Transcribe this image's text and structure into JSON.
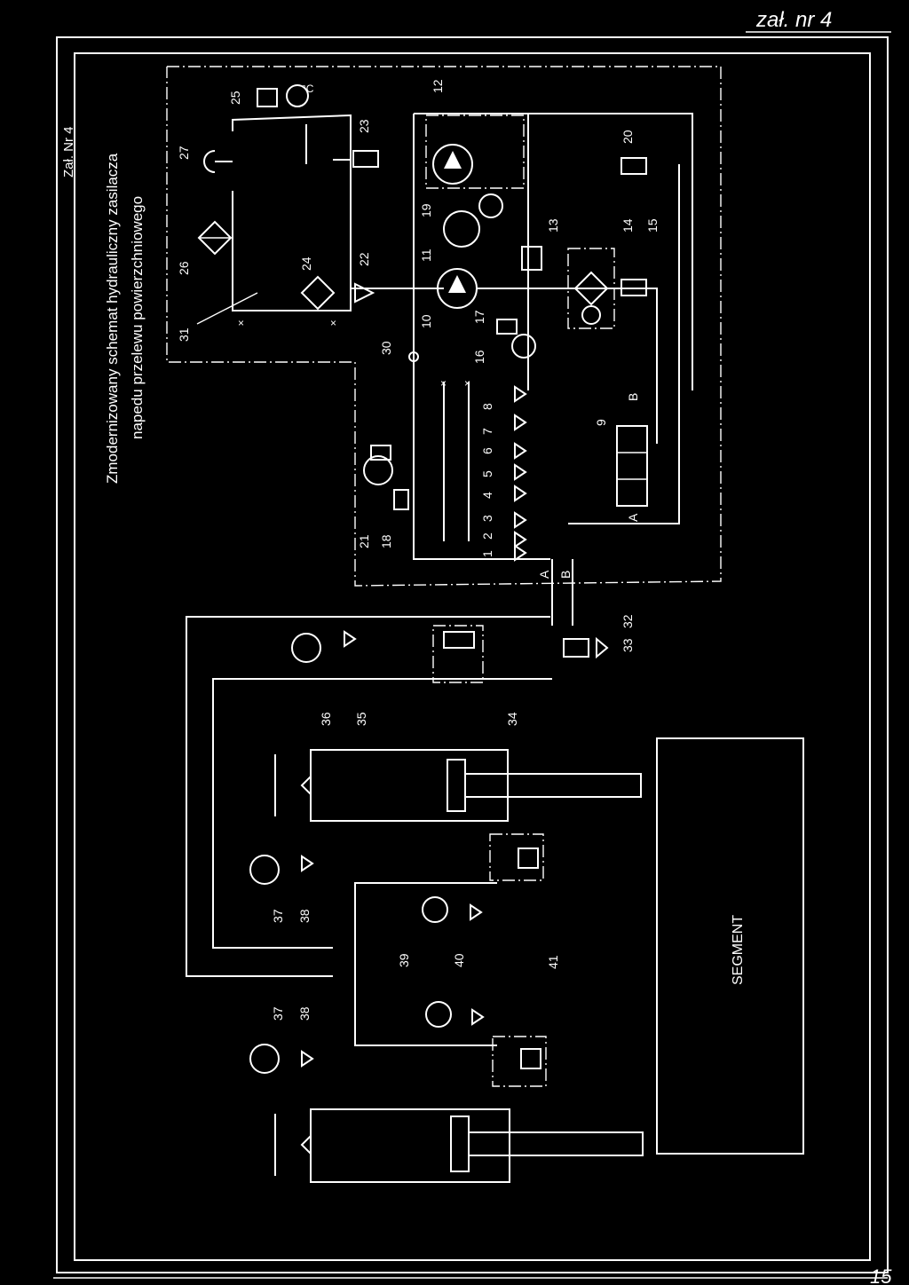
{
  "header": {
    "handwritten_ref": "zał. nr 4",
    "page_number": "15",
    "attachment_label": "Zał. Nr 4"
  },
  "title": {
    "line1": "Zmodernizowany schemat hydrauliczny zasilacza",
    "line2": "napedu przelewu powierzchniowego"
  },
  "segment_label": "SEGMENT",
  "ports": {
    "A": "A",
    "B": "B",
    "valve_A": "A",
    "valve_B": "B"
  },
  "components": {
    "c1": "1",
    "c2": "2",
    "c3": "3",
    "c4": "4",
    "c5": "5",
    "c6": "6",
    "c7": "7",
    "c8": "8",
    "c9": "9",
    "c10": "10",
    "c11": "11",
    "c12": "12",
    "c13": "13",
    "c14": "14",
    "c15": "15",
    "c16": "16",
    "c17": "17",
    "c18": "18",
    "c19": "19",
    "c20": "20",
    "c21": "21",
    "c22": "22",
    "c23": "23",
    "c24": "24",
    "c25": "25",
    "c26": "26",
    "c27": "27",
    "c30": "30",
    "c31": "31",
    "c32": "32",
    "c33": "33",
    "c34": "34",
    "c35": "35",
    "c36": "36",
    "c37a": "37",
    "c38a": "38",
    "c37b": "37",
    "c38b": "38",
    "c39": "39",
    "c40": "40",
    "c41": "41"
  },
  "thermometer_unit": "°C"
}
